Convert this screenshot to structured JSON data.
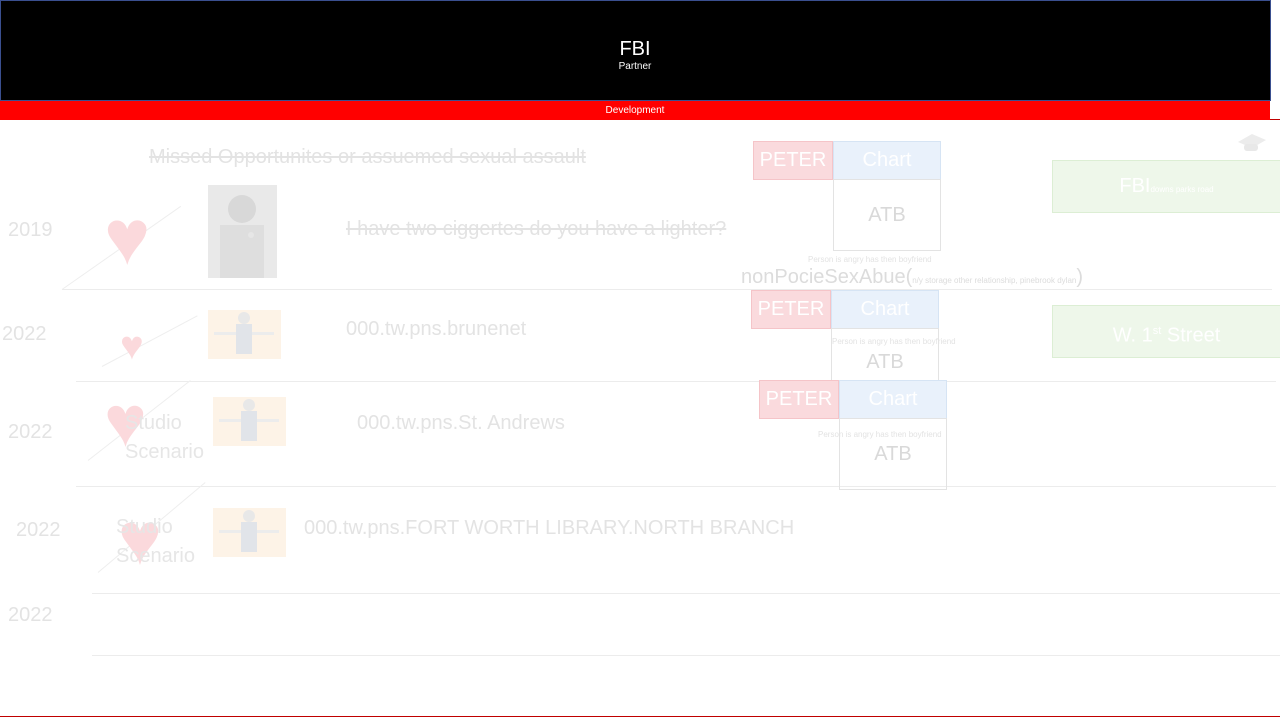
{
  "header": {
    "title": "FBI",
    "subtitle": "Partner",
    "banner": "Development"
  },
  "heading": "Missed Opportunites or assuemed sexual assault",
  "rows": [
    {
      "year": "2019",
      "text": "I have two ciggertes do you have a lighter?"
    },
    {
      "year": "2022",
      "text": "000.tw.pns.brunenet"
    },
    {
      "year": "2022",
      "text": "000.tw.pns.St.  Andrews",
      "studio": [
        "Studio",
        "Scenario"
      ]
    },
    {
      "year": "2022",
      "text": "000.tw.pns.FORT WORTH LIBRARY.NORTH BRANCH",
      "studio": [
        "Studio",
        "Scenario"
      ]
    },
    {
      "year": "2022"
    }
  ],
  "cards": {
    "peter": "PETER",
    "chart": "Chart",
    "atb": "ATB",
    "note": "Person is angry has then boyfriend"
  },
  "non_police": {
    "main": "nonPocieSexAbue(",
    "small": "n/y storage other relationship, pinebrook dylan",
    "close": ")"
  },
  "green_boxes": {
    "fbi": "FBI",
    "fbi_small": "downs parks road",
    "street_pre": "W. 1",
    "street_sup": "st",
    "street_post": " Street"
  },
  "colors": {
    "header_bg": "#000000",
    "banner_bg": "#ff0000",
    "faint_text": "#e3e3e3"
  }
}
